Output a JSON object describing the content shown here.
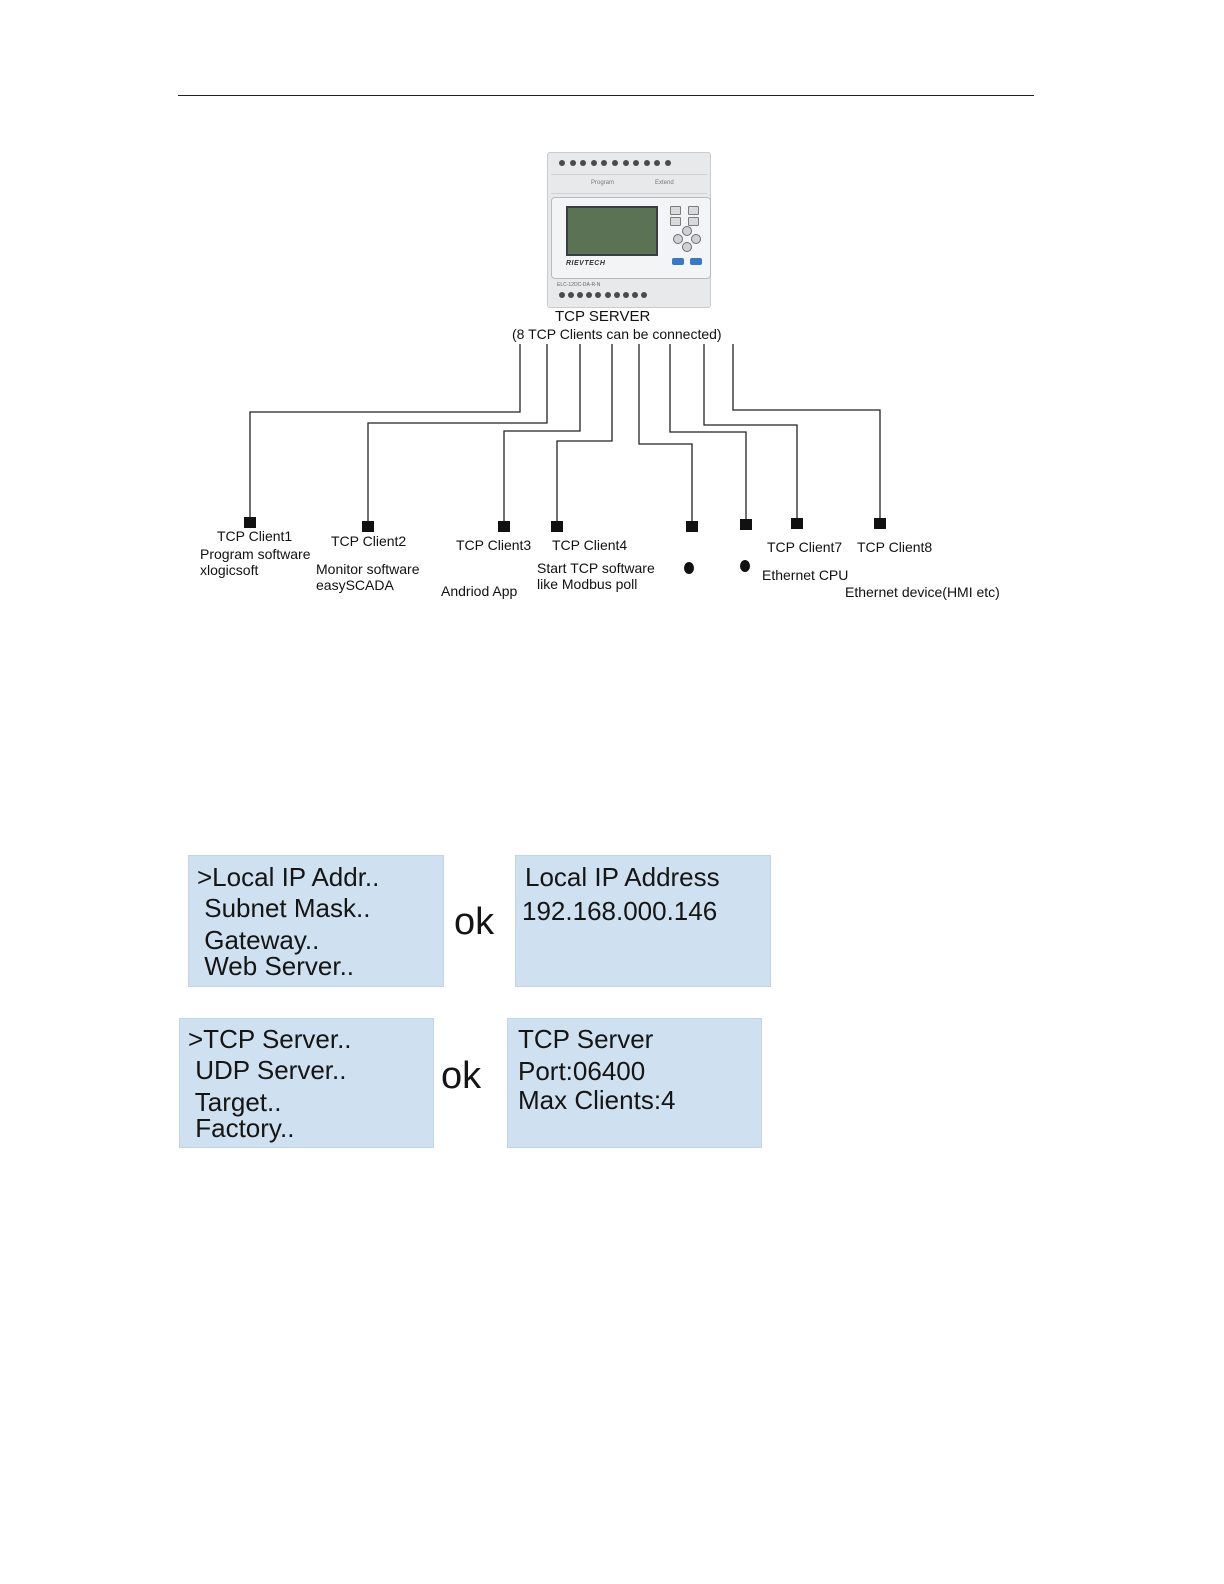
{
  "server": {
    "title": "TCP SERVER",
    "subtitle": "(8 TCP Clients can be connected)",
    "device_brand": "RIEVTECH",
    "device_model": "ELC-12DC-DA-R-N",
    "sticker_left": "Program",
    "sticker_right": "Extend"
  },
  "clients": [
    {
      "name": "TCP Client1",
      "desc1": "Program software",
      "desc2": "xlogicsoft"
    },
    {
      "name": "TCP Client2",
      "desc1": "Monitor software",
      "desc2": "easySCADA"
    },
    {
      "name": "TCP Client3",
      "desc1": "Andriod App"
    },
    {
      "name": "TCP Client4",
      "desc1": "Start TCP  software",
      "desc2": "like Modbus poll"
    },
    {
      "name": "TCP Client7",
      "desc1": "Ethernet CPU"
    },
    {
      "name": "TCP Client8",
      "desc1": "Ethernet device(HMI etc)"
    }
  ],
  "screens": {
    "menu1": [
      ">Local IP Addr..",
      " Subnet Mask..",
      " Gateway..",
      " Web Server.."
    ],
    "ok1": "ok",
    "detail1": [
      "Local IP Address",
      "192.168.000.146"
    ],
    "menu2": [
      ">TCP Server..",
      " UDP Server..",
      " Target..",
      " Factory.."
    ],
    "ok2": "ok",
    "detail2": [
      "TCP Server",
      "Port:06400",
      "Max Clients:4"
    ]
  }
}
